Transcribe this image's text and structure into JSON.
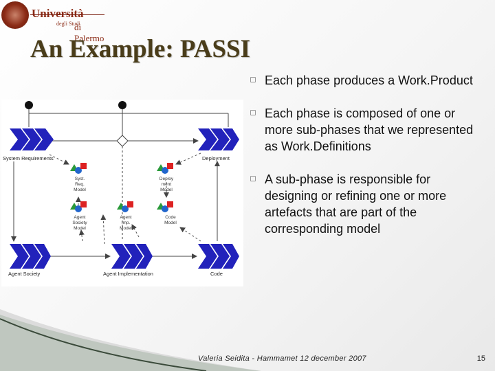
{
  "logo": {
    "line1": "Università",
    "line2": "degli Studi",
    "line3": "di Palermo"
  },
  "title": "An Example: PASSI",
  "diagram": {
    "phases": {
      "system_requirements": "System Requirements",
      "deployment": "Deployment",
      "agent_society": "Agent Society",
      "agent_implementation": "Agent Implementation",
      "code": "Code"
    },
    "models": {
      "syst_req": [
        "Syst.",
        "Req.",
        "Model"
      ],
      "deployment": [
        "Deploy",
        "ment",
        "Model"
      ],
      "agent_society": [
        "Agent",
        "Society",
        "Model"
      ],
      "agent_impl": [
        "Agent",
        "Imp.",
        "Model"
      ],
      "code": [
        "Code",
        "Model"
      ]
    }
  },
  "bullets": [
    "Each phase produces a Work.Product",
    "Each phase is composed of one or more sub-phases that we represented as Work.Definitions",
    "A sub-phase is responsible for designing or refining one or more artefacts that are part of the corresponding model"
  ],
  "footer": {
    "text": "Valeria Seidita - Hammamet 12 december 2007",
    "page": "15"
  },
  "colors": {
    "phase_blue": "#2222bb",
    "title": "#4a3d1a",
    "shape_red": "#dd2222",
    "shape_green": "#2a9a3a",
    "shape_blue": "#2266cc"
  }
}
